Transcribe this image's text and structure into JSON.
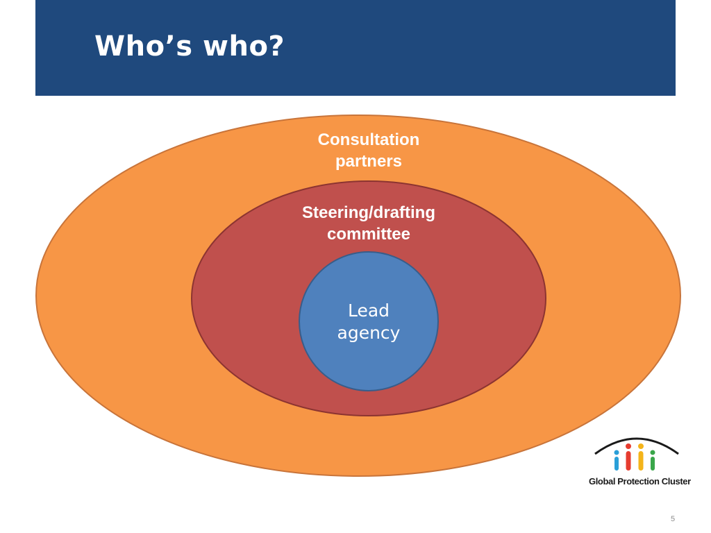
{
  "slide": {
    "title": "Who’s who?",
    "page_number": "5",
    "header_color": "#1f497d"
  },
  "diagram": {
    "rings": [
      {
        "label_line1": "Consultation",
        "label_line2": "partners",
        "fill": "#f79646",
        "stroke": "#c8743a"
      },
      {
        "label_line1": "Steering/drafting",
        "label_line2": "committee",
        "fill": "#c0504d",
        "stroke": "#8c3431"
      },
      {
        "label_line1": "Lead",
        "label_line2": "agency",
        "fill": "#4f81bd",
        "stroke": "#385d8a"
      }
    ]
  },
  "logo": {
    "text": "Global Protection Cluster",
    "figure_colors": [
      "#2a9fd8",
      "#e63c2f",
      "#f4b41a",
      "#3aa64a"
    ]
  }
}
